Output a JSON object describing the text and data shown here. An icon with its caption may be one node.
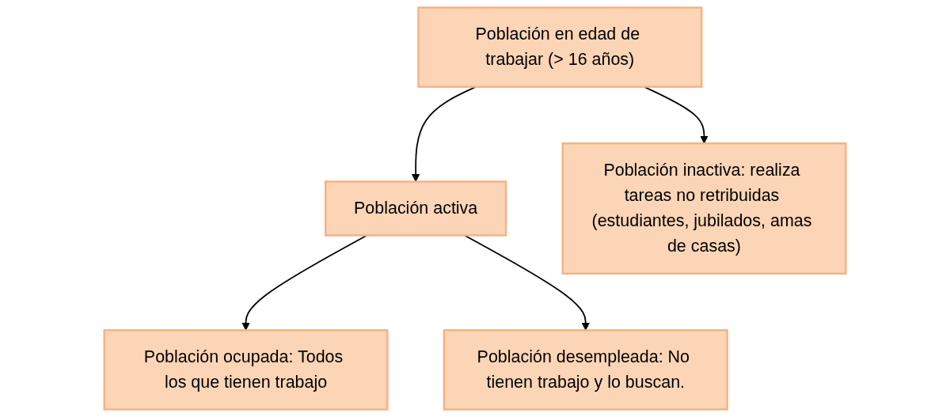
{
  "diagram": {
    "nodes": [
      {
        "text": [
          "Población en edad de trabajar (> 16 años)"
        ]
      },
      {
        "text": [
          "Población activa"
        ]
      },
      {
        "text": [
          "Población inactiva: realiza tareas no retribuidas (estudiantes, jubilados, amas de casas)"
        ]
      },
      {
        "text": [
          "Población ocupada: Todos los que tienen trabajo"
        ]
      },
      {
        "text": [
          "Población desempleada: No tienen trabajo y lo buscan."
        ]
      }
    ],
    "edges": [
      {
        "from": 0,
        "to": 1,
        "arrow": "to"
      },
      {
        "from": 0,
        "to": 2,
        "arrow": "to"
      },
      {
        "from": 1,
        "to": 3,
        "arrow": "to"
      },
      {
        "from": 1,
        "to": 4,
        "arrow": "to"
      }
    ]
  }
}
